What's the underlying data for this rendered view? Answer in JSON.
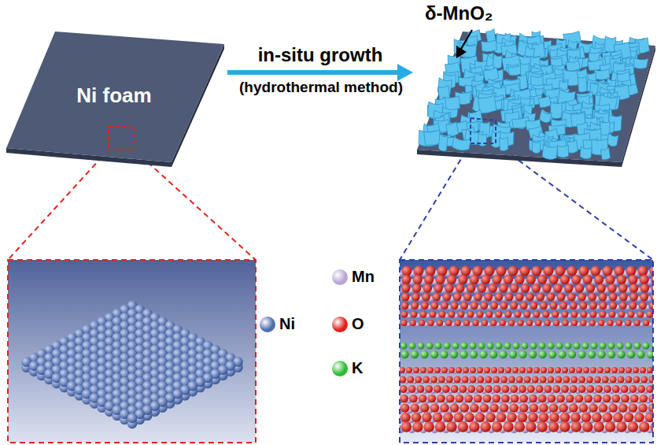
{
  "diagram": {
    "nodes": [
      {
        "text": [
          "Ni foam"
        ]
      },
      {
        "text": [
          "δ-MnO₂"
        ]
      }
    ],
    "edges": [
      {
        "from": 0,
        "to": 1,
        "arrow": "to",
        "label": "in-situ growth"
      }
    ],
    "labels": [
      "(hydrothermal method)"
    ],
    "legend": [
      {
        "text": "Mn",
        "color": "#b7a6d6"
      },
      {
        "text": "Ni",
        "color": "#4f6db0"
      },
      {
        "text": "O",
        "color": "#e0201b"
      },
      {
        "text": "K",
        "color": "#2ebd2e"
      }
    ]
  }
}
